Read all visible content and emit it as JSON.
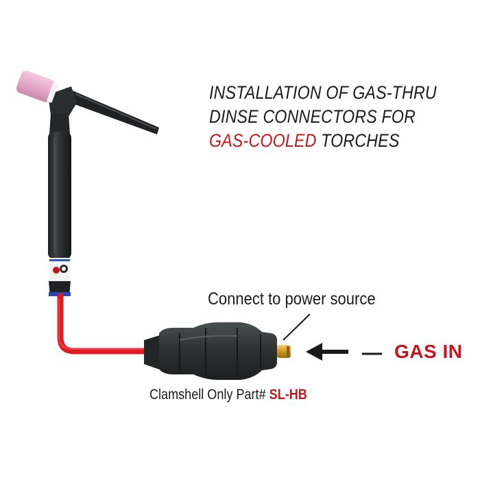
{
  "title": {
    "line1": "INSTALLATION OF GAS-THRU",
    "line2": "DINSE CONNECTORS FOR",
    "line3_highlight": "GAS-COOLED",
    "line3_rest": " TORCHES"
  },
  "callouts": {
    "connect": "Connect to power source",
    "gas_in": "GAS IN"
  },
  "caption": {
    "text": "Clamshell Only Part# ",
    "part_number": "SL-HB"
  },
  "colors": {
    "accent_red": "#c4161c",
    "cable_red": "#e01b22",
    "handle_dark": "#2c2f30",
    "cup_pink": "#e9b3cf",
    "brass": "#d6a52c"
  },
  "icons": [
    "tig-torch",
    "red-cable",
    "dinse-connector",
    "arrow-left",
    "pointer-line"
  ]
}
